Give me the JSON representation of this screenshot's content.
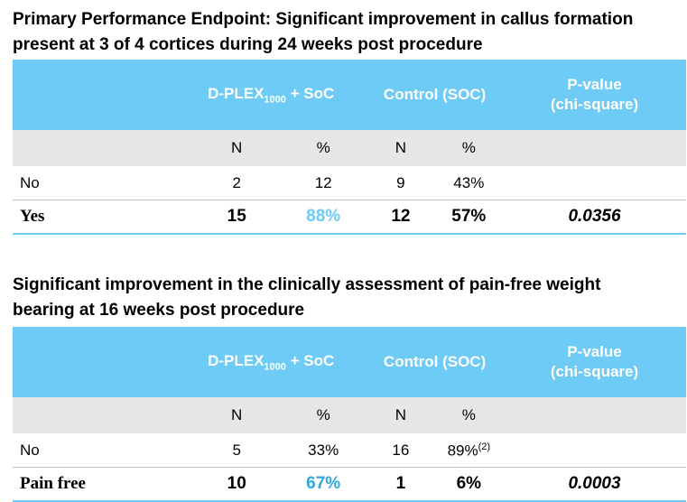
{
  "table1": {
    "title_line1": "Primary Performance Endpoint: Significant improvement in callus formation",
    "title_line2": "present at 3 of 4 cortices during 24 weeks post procedure",
    "header": {
      "group1_main": "D-PLEX",
      "group1_sub": "1000",
      "group1_tail": " + SoC",
      "group2": "Control (SOC)",
      "pvalue_line1": "P-value",
      "pvalue_line2": "(chi-square)"
    },
    "subheader": {
      "n1": "N",
      "pct1": "%",
      "n2": "N",
      "pct2": "%"
    },
    "rows": [
      {
        "label": "No",
        "n1": "2",
        "pct1": "12",
        "n2": "9",
        "pct2": "43%",
        "pvalue": ""
      },
      {
        "label": "Yes",
        "n1": "15",
        "pct1": "88%",
        "n2": "12",
        "pct2": "57%",
        "pvalue": "0.0356"
      }
    ]
  },
  "table2": {
    "title_line1": "Significant improvement in the clinically assessment of pain-free weight",
    "title_line2": "bearing at 16 weeks post procedure",
    "header": {
      "group1_main": "D-PLEX",
      "group1_sub": "1000",
      "group1_tail": " + SoC",
      "group2": "Control (SOC)",
      "pvalue_line1": "P-value",
      "pvalue_line2": "(chi-square)"
    },
    "subheader": {
      "n1": "N",
      "pct1": "%",
      "n2": "N",
      "pct2": "%"
    },
    "rows": [
      {
        "label": "No",
        "n1": "5",
        "pct1": "33%",
        "n2": "16",
        "pct2": "89%",
        "pct2_sup": "(2)",
        "pvalue": ""
      },
      {
        "label": "Pain free",
        "n1": "10",
        "pct1": "67%",
        "n2": "1",
        "pct2": "6%",
        "pvalue": "0.0003"
      }
    ]
  },
  "colors": {
    "header_bg": "#6dcbf5",
    "subheader_bg": "#e6e6e6",
    "accent_text": "#6dcbf5"
  }
}
